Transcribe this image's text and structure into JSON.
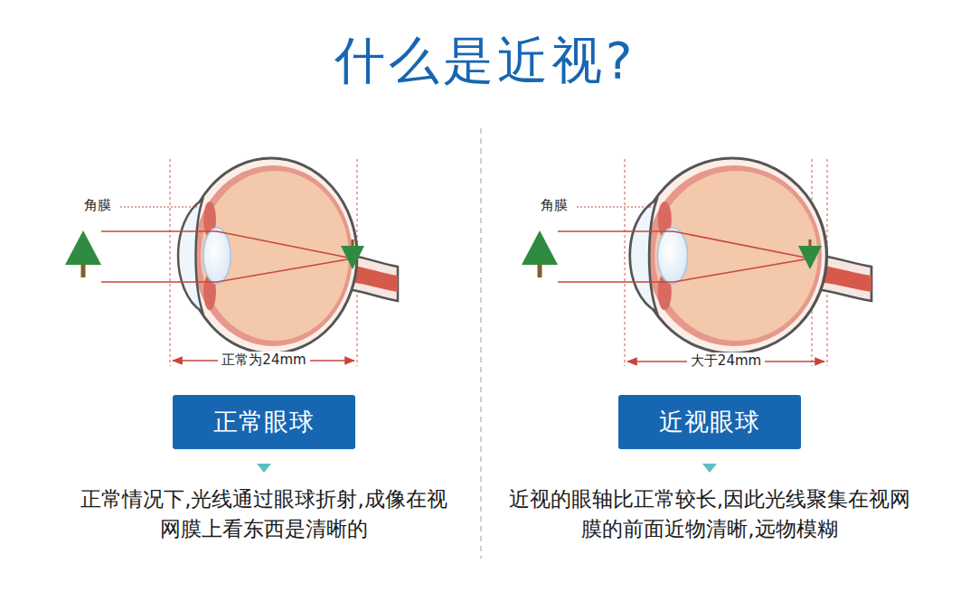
{
  "diagram": {
    "title": "什么是近视?",
    "nodes": [
      {
        "text": [
          "正常眼球"
        ]
      },
      {
        "text": [
          "近视眼球"
        ]
      }
    ],
    "labels": [
      "角膜",
      "正常为24mm",
      "正常情况下,光线通过眼球折射,成像在视网膜上看东西是清晰的",
      "角膜",
      "大于24mm",
      "近视的眼轴比正常较长,因此光线聚集在视网膜的前面近物清晰,远物模糊"
    ]
  }
}
